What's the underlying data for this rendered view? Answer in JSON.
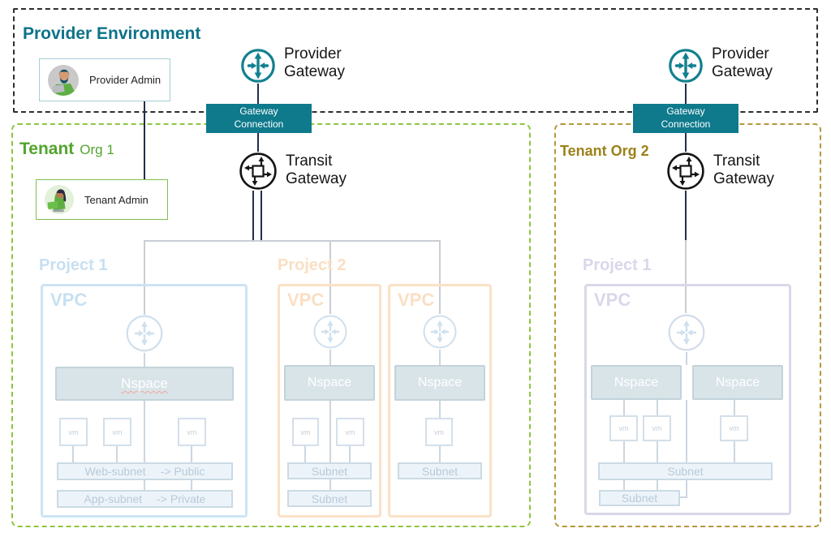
{
  "provider_env": {
    "title": "Provider Environment",
    "admin_label": "Provider Admin",
    "gateway_label_line1": "Provider",
    "gateway_label_line2": "Gateway"
  },
  "gateway_connection": {
    "line1": "Gateway",
    "line2": "Connection"
  },
  "transit_gateway": {
    "line1": "Transit",
    "line2": "Gateway"
  },
  "tenant_org_1": {
    "title_main": "Tenant",
    "title_suffix": "Org 1",
    "admin_label": "Tenant Admin",
    "project_1": {
      "name": "Project 1",
      "vpc": {
        "label": "VPC",
        "nspace": "Nspace",
        "vm": "vm",
        "subnet_web": {
          "name": "Web-subnet",
          "mapping": "-> Public"
        },
        "subnet_app": {
          "name": "App-subnet",
          "mapping": "-> Private"
        }
      }
    },
    "project_2": {
      "name": "Project 2",
      "vpc_a": {
        "label": "VPC",
        "nspace": "Nspace",
        "vm": "vm",
        "subnet_1": "Subnet",
        "subnet_2": "Subnet"
      },
      "vpc_b": {
        "label": "VPC",
        "nspace": "Nspace",
        "vm": "vm",
        "subnet_1": "Subnet"
      }
    }
  },
  "tenant_org_2": {
    "title": "Tenant Org 2",
    "project_1": {
      "name": "Project 1",
      "vpc": {
        "label": "VPC",
        "nspace_1": "Nspace",
        "nspace_2": "Nspace",
        "vm": "vm",
        "subnet_1": "Subnet",
        "subnet_2": "Subnet"
      }
    }
  },
  "colors": {
    "accent_teal": "#0e7a8c",
    "title_teal": "#0d7389",
    "tenant1_green": "#52a52e",
    "tenant1_border_green": "#8cc63f",
    "tenant2_olive": "#9c8119",
    "tenant2_border_olive": "#b3993d",
    "connector_navy": "#232d4c",
    "connector_gray": "#c9cdd4",
    "faded_blue": "#cbe4f3",
    "faded_orange": "#fae1c6",
    "faded_lavender": "#d9d7e9",
    "nspace_fill": "#d9e4e9",
    "subnet_fill": "#ecf4fa"
  }
}
